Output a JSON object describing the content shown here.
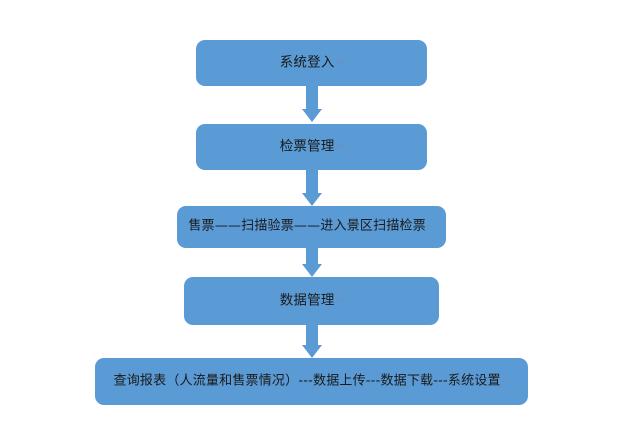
{
  "diagram": {
    "type": "flowchart",
    "orientation": "top-to-bottom",
    "background_color": "#ffffff",
    "node_fill_color": "#5b9bd5",
    "node_text_color": "#1a1a1a",
    "connector_color": "#5b9bd5",
    "nodes": [
      {
        "id": "login",
        "label": "系统登入",
        "mark": "↵"
      },
      {
        "id": "ticket",
        "label": "检票管理",
        "mark": "↵"
      },
      {
        "id": "sell",
        "label": "售票——扫描验票——进入景区扫描检票",
        "mark": "↵"
      },
      {
        "id": "data",
        "label": "数据管理",
        "mark": "↵"
      },
      {
        "id": "report",
        "label": "查询报表（人流量和售票情况）---数据上传---数据下载---系统设置",
        "mark": "↵"
      }
    ],
    "connectors": [
      {
        "id": "c1",
        "from": "login",
        "to": "ticket",
        "shape": "down-arrow"
      },
      {
        "id": "c2",
        "from": "ticket",
        "to": "sell",
        "shape": "down-arrow"
      },
      {
        "id": "c3",
        "from": "sell",
        "to": "data",
        "shape": "down-arrow"
      },
      {
        "id": "c4",
        "from": "data",
        "to": "report",
        "shape": "down-arrow"
      }
    ]
  }
}
